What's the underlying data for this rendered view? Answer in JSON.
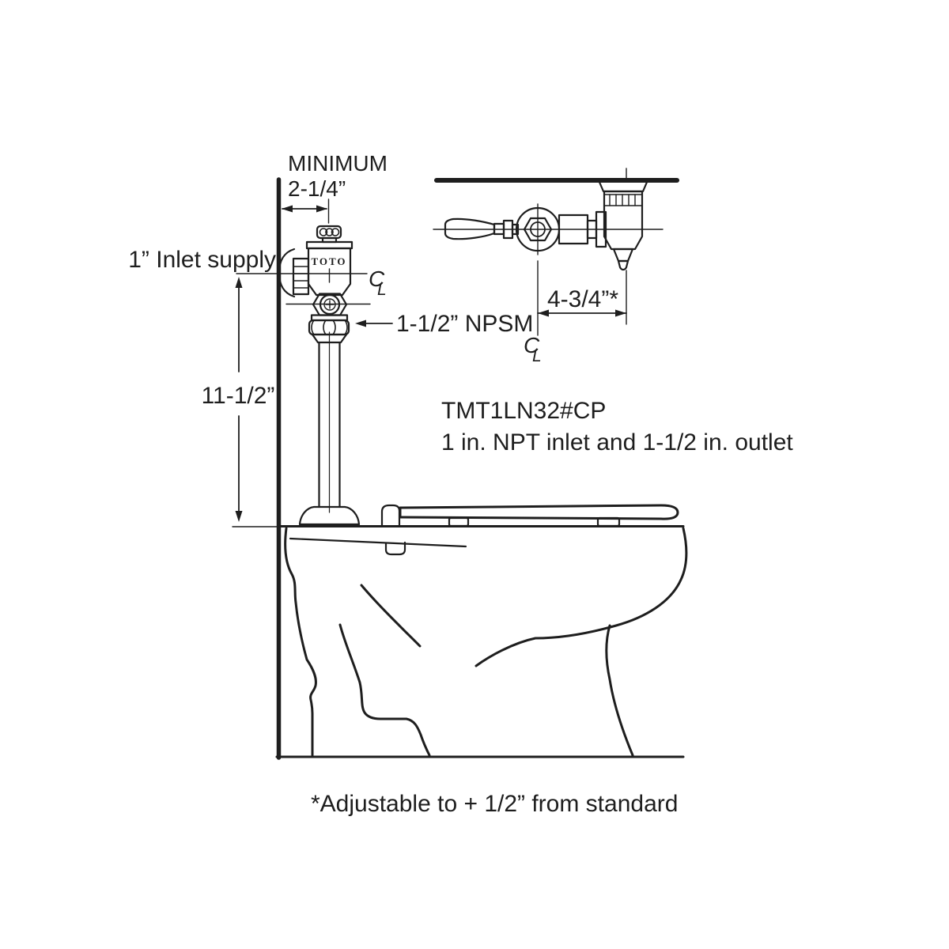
{
  "canvas": {
    "background": "#ffffff",
    "ink": "#1e1e1e"
  },
  "side_view": {
    "labels": {
      "minimum": "MINIMUM",
      "minimum_dim": "2-1/4”",
      "inlet_supply": "1” Inlet supply",
      "outlet": "1-1/2” NPSM",
      "height_dim": "11-1/2”"
    }
  },
  "detail_view": {
    "labels": {
      "offset_dim": "4-3/4”*"
    }
  },
  "valve": {
    "brand": "TOTO"
  },
  "notes": {
    "model": "TMT1LN32#CP",
    "description": "1 in. NPT inlet and 1-1/2 in. outlet",
    "footnote": "*Adjustable to + 1/2” from standard"
  },
  "symbols": {
    "centerline_c": "C",
    "centerline_l": "L"
  }
}
